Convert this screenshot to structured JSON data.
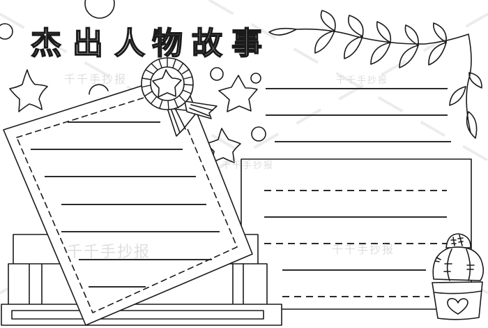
{
  "poster": {
    "title": "杰出人物故事",
    "title_chars": [
      "杰",
      "出",
      "人",
      "物",
      "故",
      "事"
    ],
    "watermark_text": "千千手抄报",
    "colors": {
      "ink": "#1a1a1a",
      "background": "#ffffff",
      "watermark": "#d6d6d6"
    }
  },
  "sections": {
    "tilted_card": {
      "solid_lines": 7,
      "border": "dashed"
    },
    "top_right_lines": {
      "solid_lines": 3
    },
    "bottom_right_box": {
      "lines": [
        "dashed",
        "solid",
        "dashed",
        "solid",
        "dashed"
      ]
    }
  },
  "decorations": {
    "icons": [
      "star-icon",
      "rosette-badge-icon",
      "vine-leaves-icon",
      "cactus-pot-icon",
      "heart-icon",
      "circle-icon",
      "books-stack-icon"
    ]
  }
}
